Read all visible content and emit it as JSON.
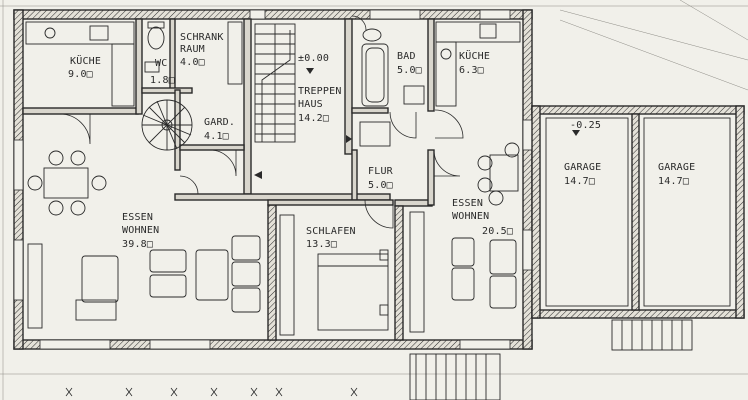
{
  "rooms": {
    "kueche_left": {
      "name": "KÜCHE",
      "area": "9.0□"
    },
    "wc": {
      "name": "WC",
      "area": "1.8□"
    },
    "schrankraum": {
      "name_line1": "SCHRANK",
      "name_line2": "RAUM",
      "area": "4.0□"
    },
    "gard": {
      "name": "GARD.",
      "area": "4.1□"
    },
    "treppenhaus": {
      "name_line1": "TREPPEN",
      "name_line2": "HAUS",
      "area": "14.2□"
    },
    "bad": {
      "name": "BAD",
      "area": "5.0□"
    },
    "kueche_right": {
      "name": "KÜCHE",
      "area": "6.3□"
    },
    "flur": {
      "name": "FLUR",
      "area": "5.0□"
    },
    "essen_wohnen_left": {
      "name_line1": "ESSEN",
      "name_line2": "WOHNEN",
      "area": "39.8□"
    },
    "schlafen": {
      "name": "SCHLAFEN",
      "area": "13.3□"
    },
    "essen_wohnen_right": {
      "name_line1": "ESSEN",
      "name_line2": "WOHNEN",
      "area": "20.5□"
    },
    "garage_1": {
      "name": "GARAGE",
      "area": "14.7□"
    },
    "garage_2": {
      "name": "GARAGE",
      "area": "14.7□"
    }
  },
  "levels": {
    "stair_level": "±0.00",
    "garage_level": "-0.25"
  },
  "colors": {
    "paper": "#f1f0ea",
    "ink": "#2a2a2a",
    "wall_fill": "#d9d6cd"
  }
}
